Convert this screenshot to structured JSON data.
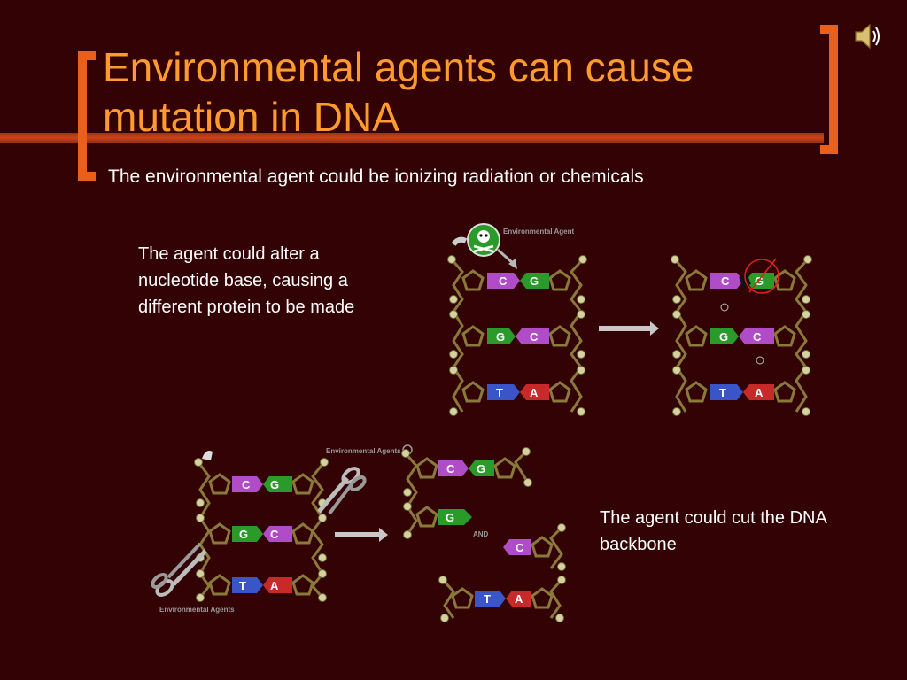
{
  "slide": {
    "title": "Environmental agents can cause mutation in DNA",
    "subtitle": "The environmental agent could be ionizing radiation or  chemicals",
    "note_alter": "The agent could alter a nucleotide base, causing a different protein to be made",
    "note_cut": "The agent could cut the DNA backbone"
  },
  "diagram": {
    "label_agent_top": "Environmental Agent",
    "label_agents_scissors_top": "Environmental Agents",
    "label_agents_scissors_bottom": "Environmental Agents",
    "label_and": "AND",
    "bases": {
      "c": "C",
      "g": "G",
      "t": "T",
      "a": "A"
    }
  },
  "colors": {
    "background": "#320204",
    "title": "#ff9a2e",
    "accent_bracket": "#e8601c",
    "rule": "#c8441a",
    "base_c": "#b04cc8",
    "base_g": "#2a9a2a",
    "base_t": "#3a55c8",
    "base_a": "#c82a2a",
    "backbone": "#8a7a3a"
  },
  "icons": {
    "speaker": "speaker-icon",
    "skull": "skull-crossbones-icon",
    "scissors": "scissors-icon",
    "arrow": "right-arrow-icon",
    "cross_out": "cross-out-icon"
  }
}
